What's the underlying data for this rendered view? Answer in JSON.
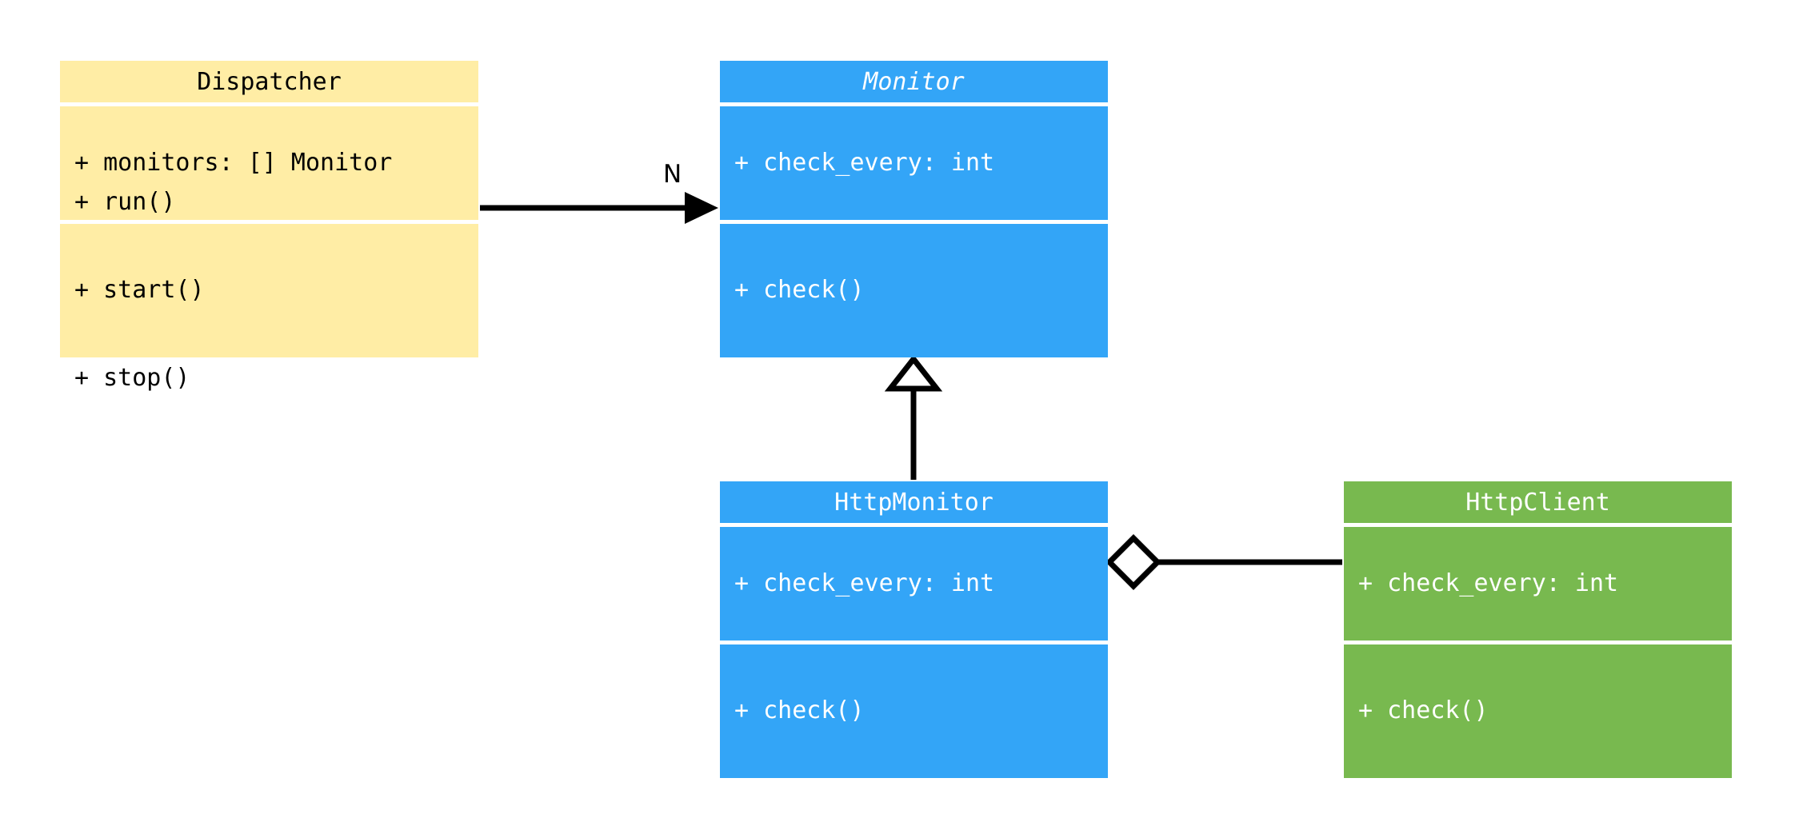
{
  "diagram": {
    "kind": "uml-class-diagram",
    "background": "#ffffff",
    "colors": {
      "yellow_fill": "#ffeda5",
      "blue_fill": "#33a5f7",
      "green_fill": "#78b94f",
      "dark_text": "#000000",
      "light_text": "#ffffff",
      "connector": "#000000"
    }
  },
  "classes": {
    "dispatcher": {
      "name": "Dispatcher",
      "abstract": false,
      "theme": "yellow",
      "attributes": [
        "+ monitors: [] Monitor"
      ],
      "methods": [
        "+ run()",
        "+ start()",
        "+ stop()"
      ]
    },
    "monitor": {
      "name": "Monitor",
      "abstract": true,
      "theme": "blue",
      "attributes": [
        "+ check_every: int"
      ],
      "methods": [
        "+ check()"
      ]
    },
    "http_monitor": {
      "name": "HttpMonitor",
      "abstract": false,
      "theme": "blue",
      "attributes": [
        "+ check_every: int"
      ],
      "methods": [
        "+ check()"
      ]
    },
    "http_client": {
      "name": "HttpClient",
      "abstract": false,
      "theme": "green",
      "attributes": [
        "+ check_every: int"
      ],
      "methods": [
        "+ check()"
      ]
    }
  },
  "relations": {
    "dispatcher_to_monitor": {
      "type": "association",
      "arrow": "open-arrow",
      "from": "Dispatcher",
      "to": "Monitor",
      "multiplicity_label": "N"
    },
    "http_monitor_to_monitor": {
      "type": "generalization",
      "arrow": "hollow-triangle",
      "from": "HttpMonitor",
      "to": "Monitor",
      "multiplicity_label": ""
    },
    "http_monitor_to_http_client": {
      "type": "aggregation",
      "arrow": "hollow-diamond",
      "from": "HttpMonitor",
      "to": "HttpClient",
      "multiplicity_label": ""
    }
  }
}
